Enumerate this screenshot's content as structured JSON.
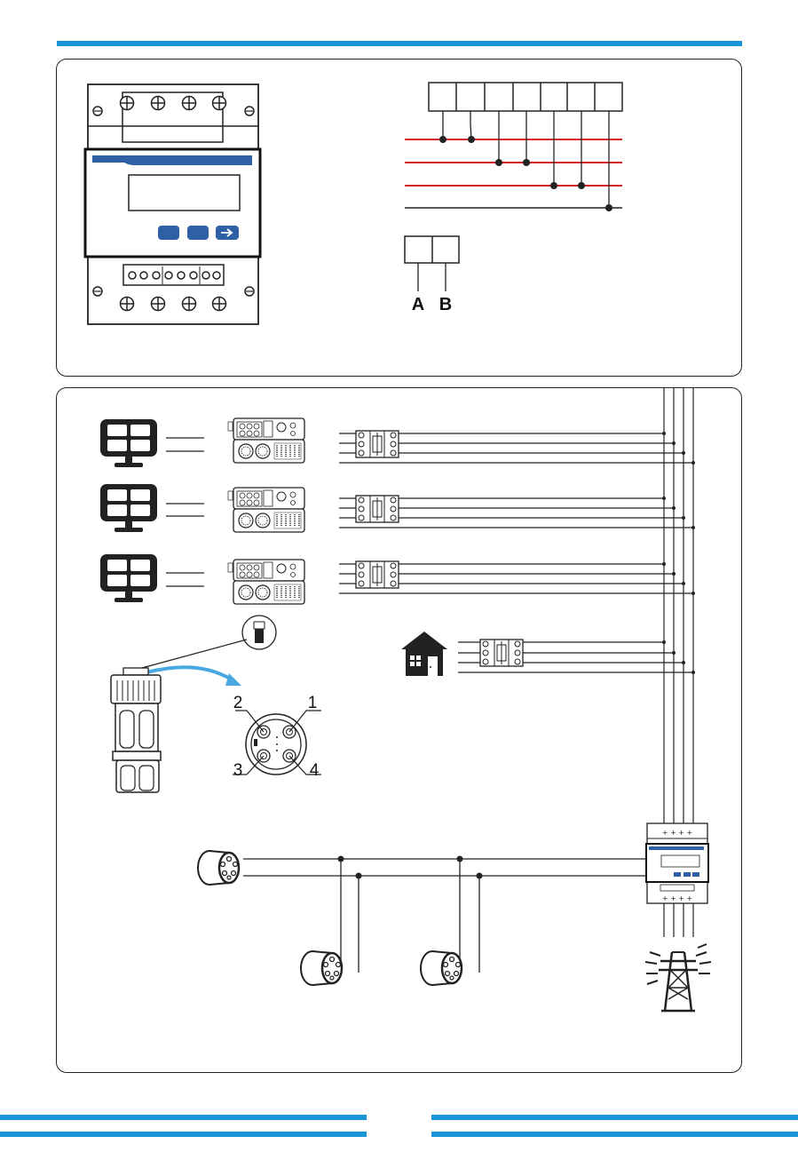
{
  "colors": {
    "accent_blue": "#1a96d8",
    "wire_red": "#d41e2a",
    "wire_dark": "#222222",
    "meter_blue": "#2f5fa5"
  },
  "meter_terminal_labels": {
    "a": "A",
    "b": "B"
  },
  "connector_pins": {
    "p1": "1",
    "p2": "2",
    "p3": "3",
    "p4": "4"
  },
  "icons": [
    "solar-panel-icon",
    "inverter-icon",
    "breaker-icon",
    "house-icon",
    "meter-icon",
    "transmission-tower-icon",
    "cable-connector-icon"
  ]
}
